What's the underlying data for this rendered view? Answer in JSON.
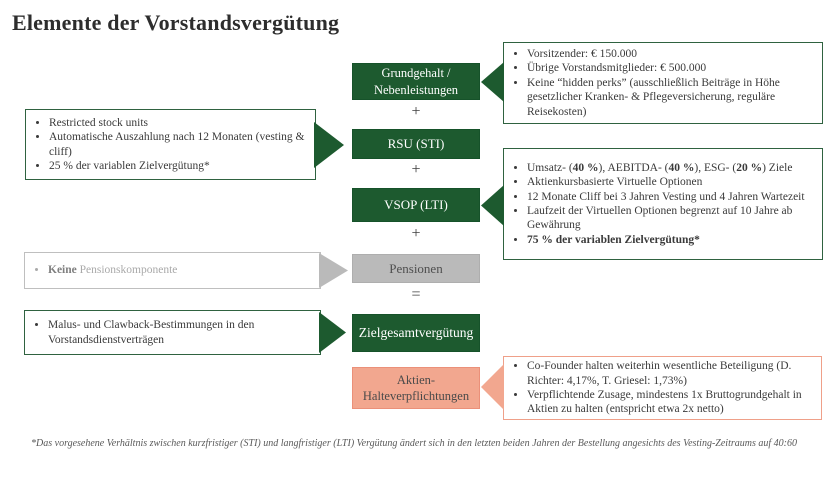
{
  "title": "Elemente der Vorstandsvergütung",
  "operators": {
    "plus": "+",
    "equals": "="
  },
  "flow_boxes": {
    "grundgehalt": {
      "label": "Grundgehalt /\nNebenleistungen",
      "color": "#1d5a2f"
    },
    "rsu": {
      "label": "RSU (STI)",
      "color": "#1d5a2f"
    },
    "vsop": {
      "label": "VSOP (LTI)",
      "color": "#1d5a2f"
    },
    "pensionen": {
      "label": "Pensionen",
      "color": "#bababa"
    },
    "zielgesamtverguetung": {
      "label": "Zielgesamtvergütung",
      "color": "#1d5a2f"
    },
    "aktien_halteverpflichtungen": {
      "label": "Aktien-\nHalteverpflichtungen",
      "color": "#f2a78f"
    }
  },
  "callouts": {
    "grundgehalt": {
      "bullets": [
        [
          {
            "t": "Vorsitzender: € 150.000"
          }
        ],
        [
          {
            "t": "Übrige Vorstandsmitglieder: € 500.000"
          }
        ],
        [
          {
            "t": "Keine “hidden perks” (ausschließlich Beiträge in Höhe gesetzlicher Kranken- & Pflegeversicherung, reguläre Reisekosten)"
          }
        ]
      ]
    },
    "rsu": {
      "bullets": [
        [
          {
            "t": "Restricted stock units"
          }
        ],
        [
          {
            "t": "Automatische Auszahlung nach 12 Monaten (vesting & cliff)"
          }
        ],
        [
          {
            "t": "25 % der variablen Zielvergütung*"
          }
        ]
      ]
    },
    "vsop": {
      "bullets": [
        [
          {
            "t": "Umsatz- ("
          },
          {
            "t": "40 %",
            "b": true
          },
          {
            "t": "), AEBITDA- ("
          },
          {
            "t": "40 %",
            "b": true
          },
          {
            "t": "), ESG- ("
          },
          {
            "t": "20 %",
            "b": true
          },
          {
            "t": ") Ziele"
          }
        ],
        [
          {
            "t": "Aktienkursbasierte Virtuelle Optionen"
          }
        ],
        [
          {
            "t": "12 Monate Cliff bei 3 Jahren Vesting und 4 Jahren Wartezeit"
          }
        ],
        [
          {
            "t": "Laufzeit der Virtuellen Optionen begrenzt auf 10 Jahre ab Gewährung"
          }
        ],
        [
          {
            "t": "75 % der variablen Zielvergütung*",
            "b": true
          }
        ]
      ]
    },
    "pensionen": {
      "bullets": [
        [
          {
            "t": "Keine",
            "b": true
          },
          {
            "t": " Pensionskomponente"
          }
        ]
      ]
    },
    "malus": {
      "bullets": [
        [
          {
            "t": "Malus- und Clawback-Bestimmungen in den Vorstandsdienstverträgen"
          }
        ]
      ]
    },
    "aktien": {
      "bullets": [
        [
          {
            "t": "Co-Founder halten weiterhin wesentliche Beteiligung (D. Richter: 4,17%, T. Griesel: 1,73%)"
          }
        ],
        [
          {
            "t": "Verpflichtende Zusage, mindestens 1x Bruttogrundgehalt in Aktien zu halten (entspricht etwa 2x netto)"
          }
        ]
      ]
    }
  },
  "footnote": "*Das vorgesehene Verhältnis zwischen kurzfristiger (STI) und langfristiger (LTI) Vergütung ändert sich in den letzten beiden Jahren der Bestellung angesichts des Vesting-Zeitraums auf 40:60",
  "colors": {
    "green": "#1d5a2f",
    "gray": "#bababa",
    "salmon": "#f2a78f",
    "callout_green_border": "#2f6240"
  }
}
